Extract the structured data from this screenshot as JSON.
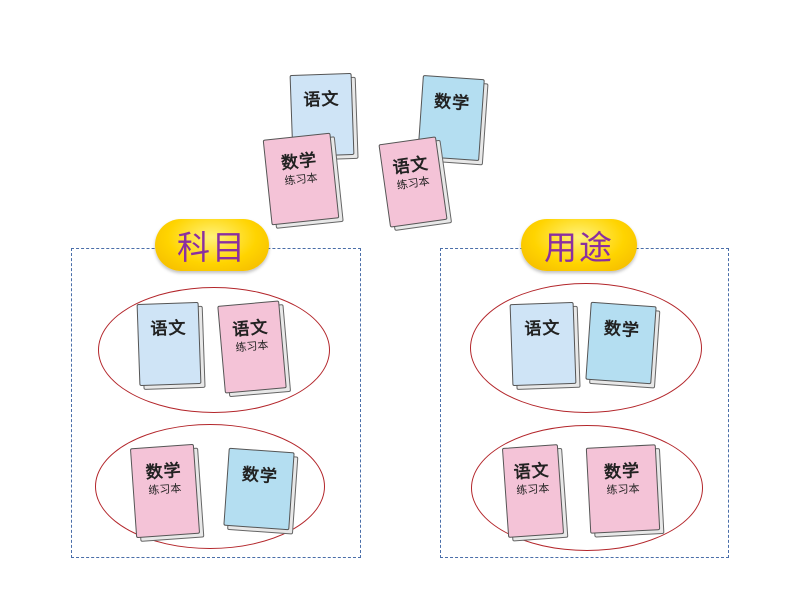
{
  "labels": {
    "left_group": "科目",
    "right_group": "用途"
  },
  "books": {
    "yuwen": {
      "title": "语文",
      "sub": ""
    },
    "shuxue": {
      "title": "数学",
      "sub": ""
    },
    "shuxue_workbook": {
      "title": "数学",
      "sub": "练习本"
    },
    "yuwen_workbook": {
      "title": "语文",
      "sub": "练习本"
    }
  },
  "colors": {
    "badge_text": "#8a2fa0",
    "badge_fill": "#ffd400",
    "ellipse_stroke": "#b3262b",
    "box_stroke": "#4a6ea9",
    "book_light_blue": "#cfe4f6",
    "book_blue": "#b4def1",
    "book_pink": "#f4c3d7"
  }
}
